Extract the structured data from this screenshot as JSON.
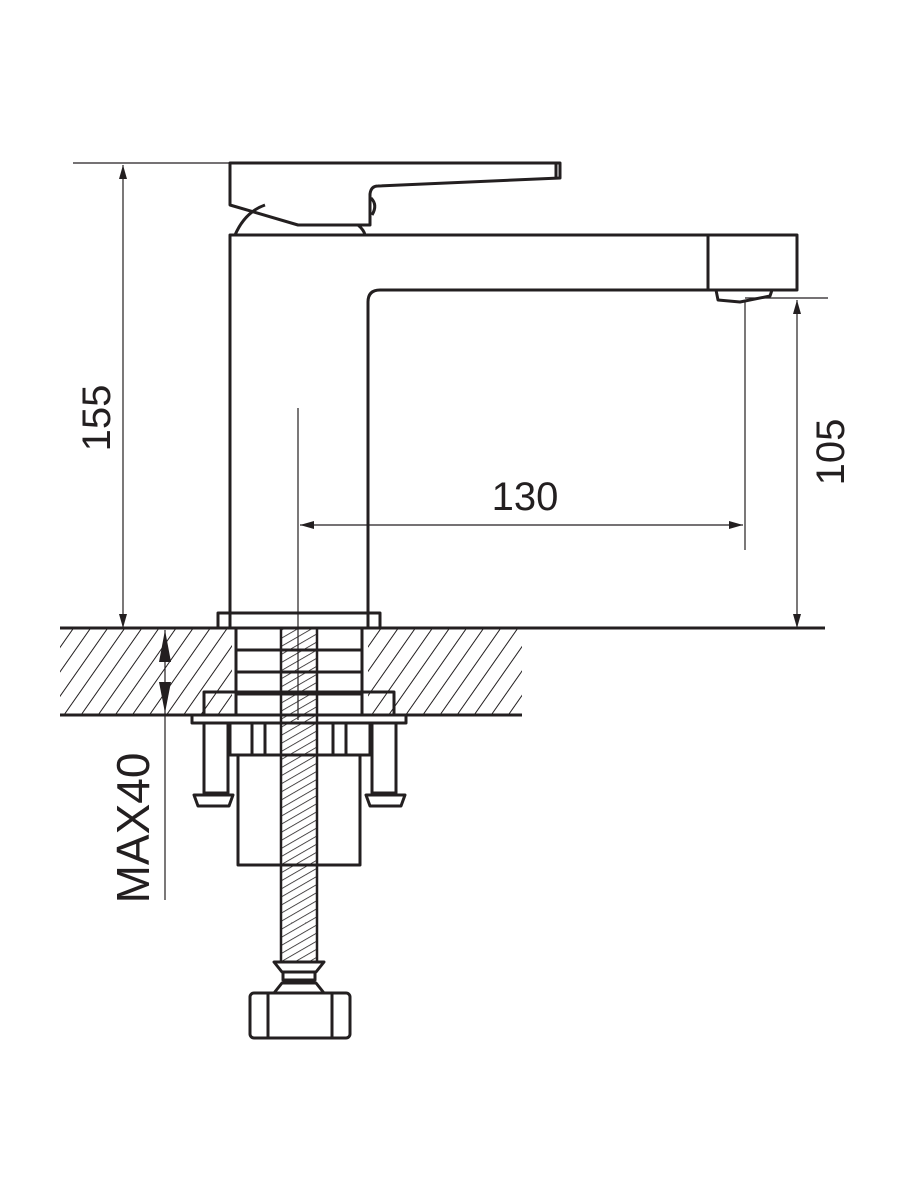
{
  "drawing": {
    "title": "Basin faucet technical drawing",
    "line_color": "#231f20",
    "dimensions": {
      "total_height": "155",
      "spout_height": "105",
      "spout_reach": "130",
      "max_counter_thickness": "MAX40"
    }
  }
}
